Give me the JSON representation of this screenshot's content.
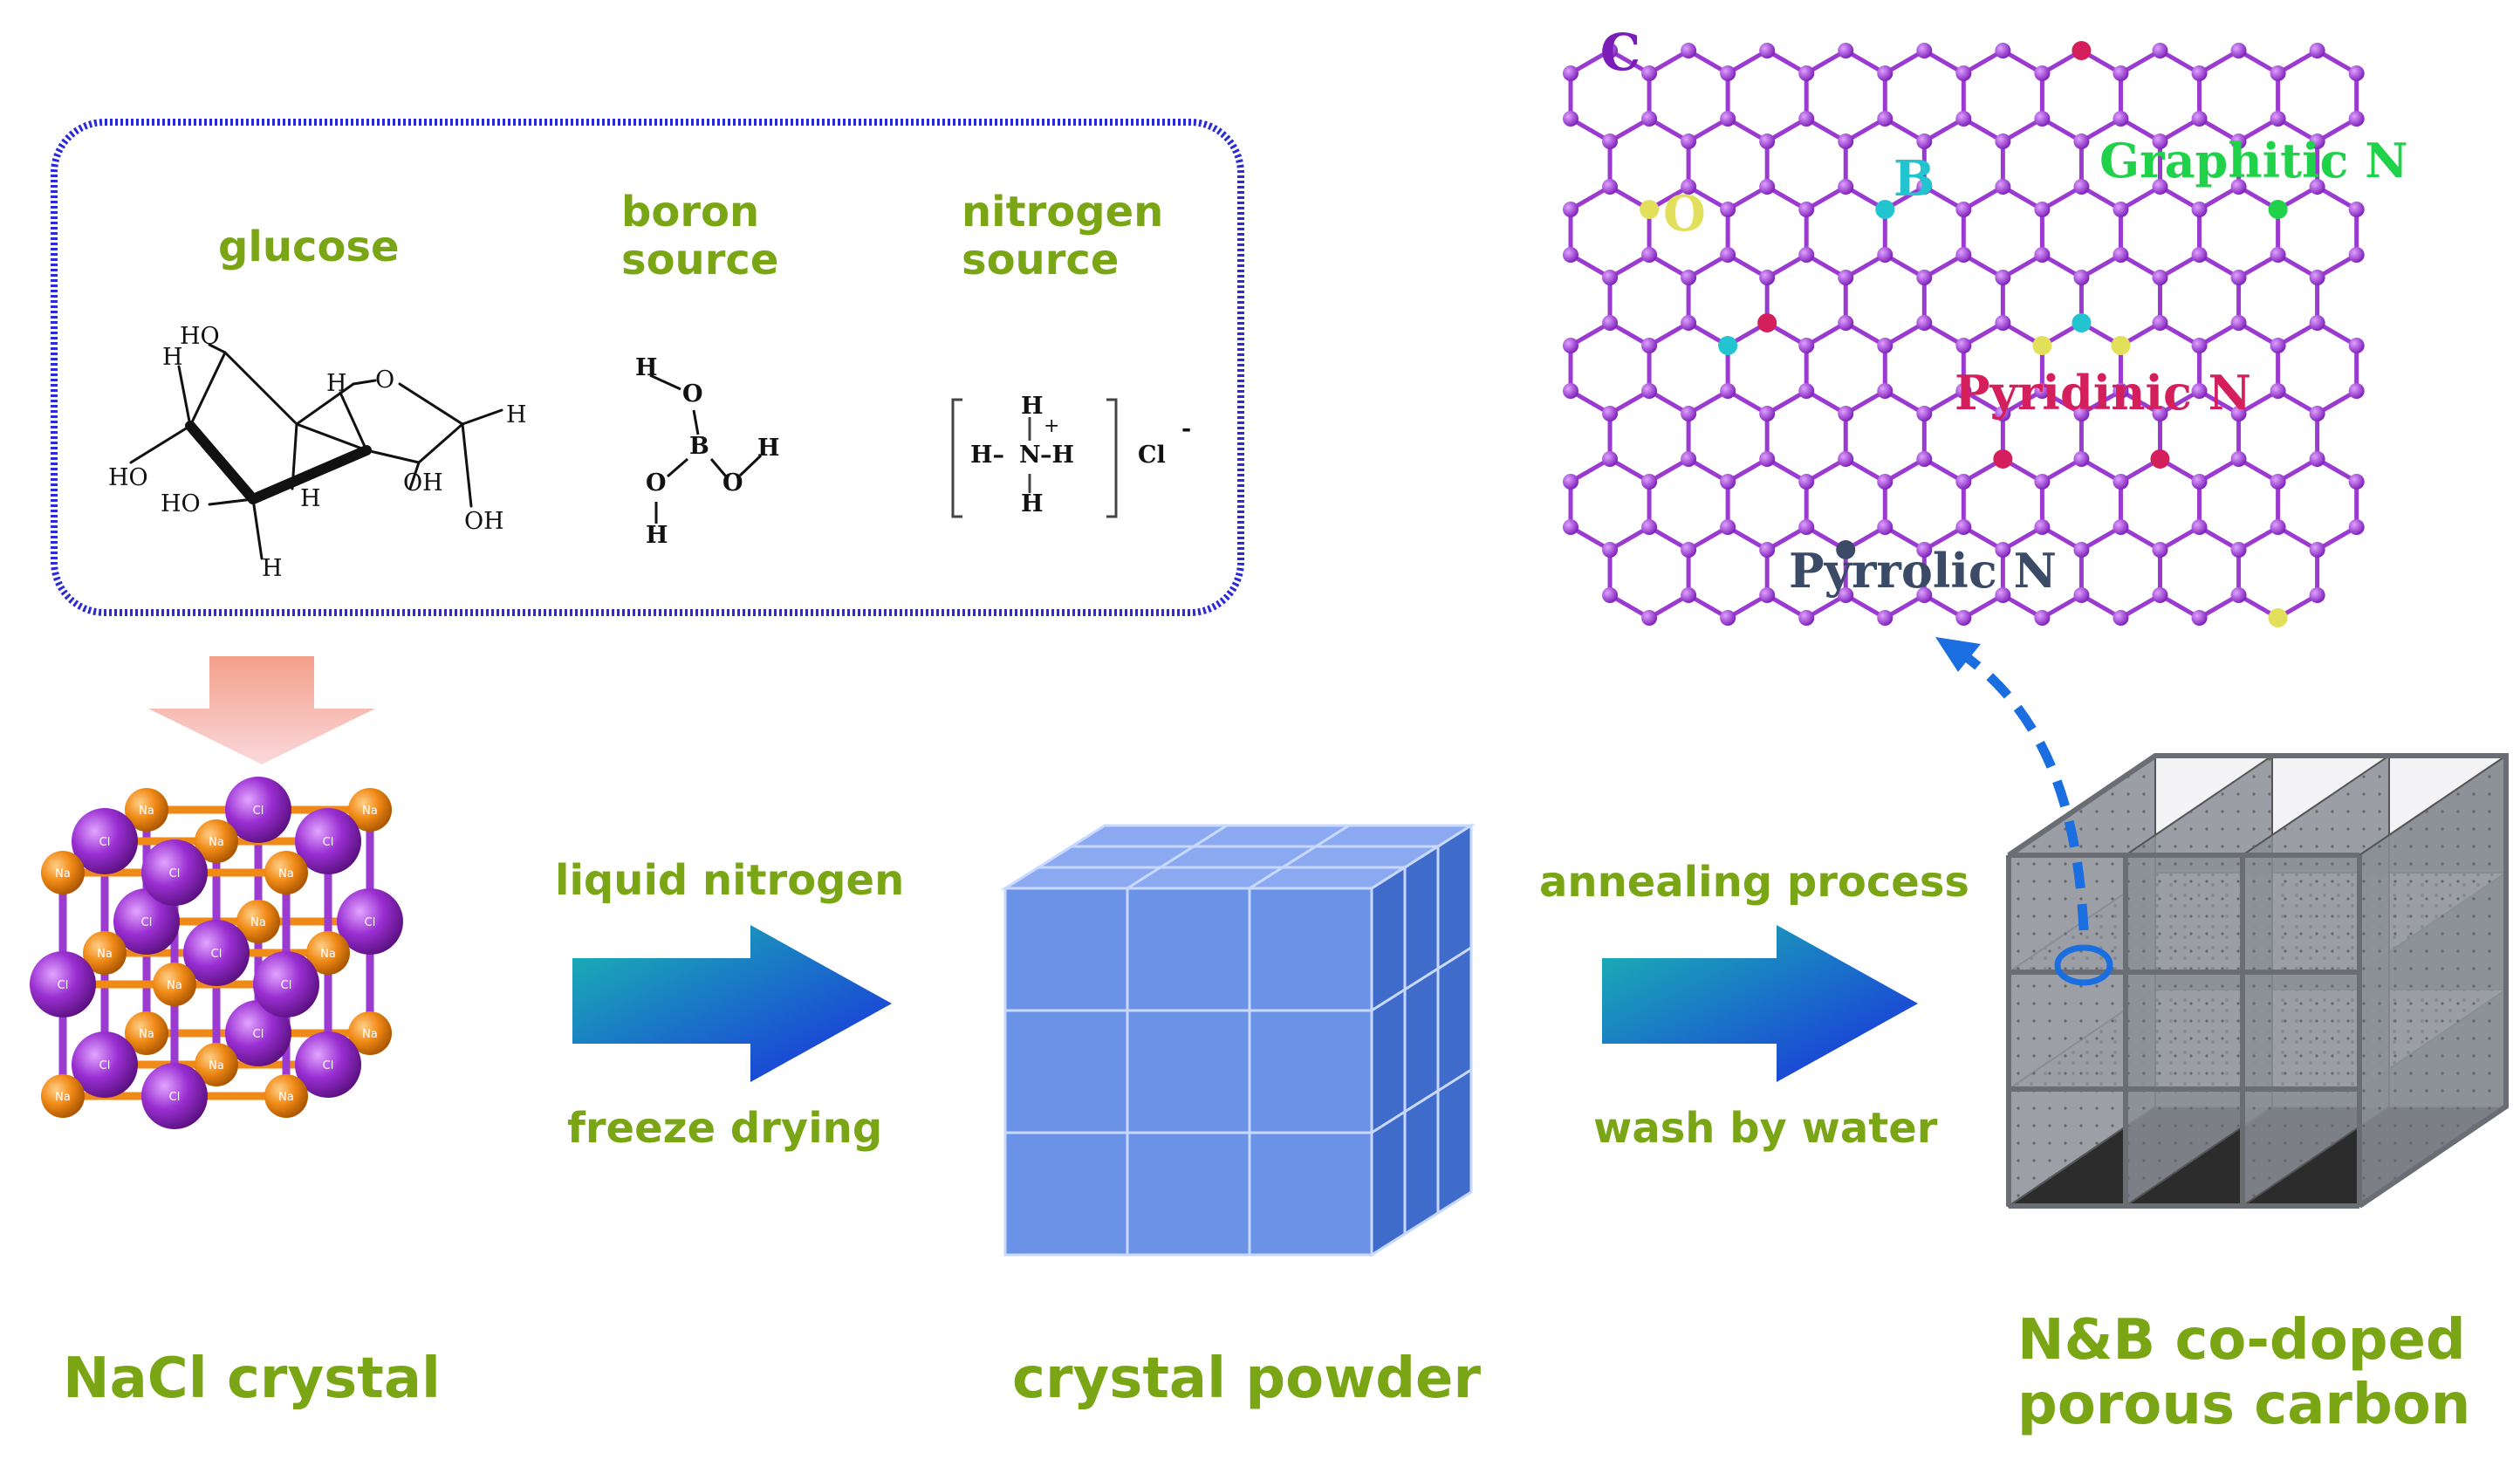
{
  "labels": {
    "glucose": "glucose",
    "boron_line1": "boron",
    "boron_line2": "source",
    "nitrogen_line1": "nitrogen",
    "nitrogen_line2": "source",
    "liquid_nitrogen": "liquid nitrogen",
    "freeze_drying": "freeze drying",
    "annealing_process": "annealing process",
    "wash_by_water": "wash by water",
    "nacl_crystal": "NaCl crystal",
    "crystal_powder": "crystal powder",
    "product_line1": "N&B co-doped",
    "product_line2": "porous carbon"
  },
  "glucose_atoms": {
    "ho_top": "HO",
    "h_top_left": "H",
    "h_ring": "H",
    "o_ring": "O",
    "h_right": "H",
    "ho_left": "HO",
    "ho_bottom": "HO",
    "h_bottom": "H",
    "h_mid": "H",
    "oh_mid": "OH",
    "oh_right": "OH"
  },
  "boric_acid_atoms": {
    "h_top": "H",
    "o_top": "O",
    "b": "B",
    "o_left": "O",
    "o_right": "O",
    "h_right": "H",
    "h_bottom": "H"
  },
  "ammonium_chloride": {
    "h_top": "H",
    "plus": "+",
    "h_left": "H–",
    "n": "N",
    "h_right": "–H",
    "h_bottom": "H",
    "cl": "Cl",
    "minus": "-"
  },
  "lattice_atoms": {
    "na": "Na",
    "cl": "Cl"
  },
  "dopant_labels": {
    "c": "C",
    "b": "B",
    "o": "O",
    "graphitic_n": "Graphitic N",
    "pyridinic_n": "Pyridinic N",
    "pyrrolic_n": "Pyrrolic N"
  },
  "colors": {
    "label_green": "#7aa616",
    "box_border": "#2a2ad6",
    "carbon_purple": "#9030c8",
    "bond_purple": "#9a3ad0",
    "na_orange": "#f08a16",
    "cl_purple": "#9a2fd2",
    "cube_front": "#6a92e6",
    "cube_top": "#8aa9f0",
    "cube_side": "#3f6bcb",
    "boron_cyan": "#22c4cf",
    "oxygen_yellow": "#e2e05a",
    "graphitic_green": "#1fd24a",
    "pyridinic_red": "#d31f5c",
    "pyrrolic_dark": "#3b4a66",
    "dotted_arrow": "#1a6ee0"
  }
}
